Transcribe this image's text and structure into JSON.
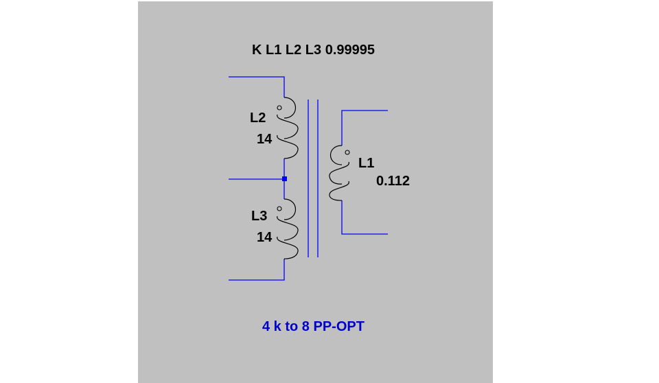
{
  "canvas": {
    "background": "#c0c0c0",
    "page_background": "#ffffff"
  },
  "colors": {
    "wire": "#0000ff",
    "component": "#000000",
    "caption": "#0000cc"
  },
  "directive": {
    "text": "K L1 L2 L3 0.99995"
  },
  "inductors": [
    {
      "ref": "L2",
      "value": "14"
    },
    {
      "ref": "L3",
      "value": "14"
    },
    {
      "ref": "L1",
      "value": "0.112"
    }
  ],
  "caption": {
    "text": "4 k to 8 PP-OPT"
  }
}
